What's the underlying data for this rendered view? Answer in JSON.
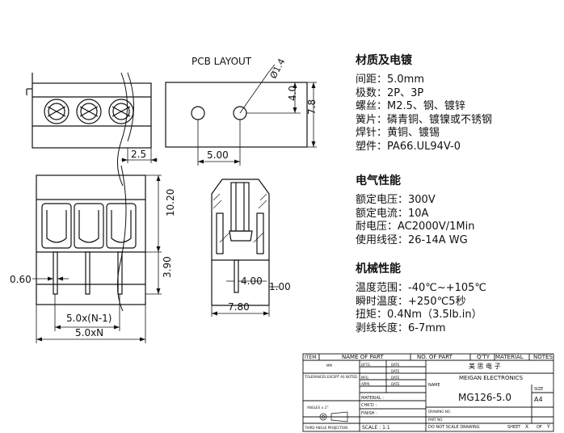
{
  "drawing": {
    "pcb_layout_label": "PCB LAYOUT",
    "dims": {
      "hole_dia": "Ø1.4",
      "h_4_0": "4.0",
      "h_7_8": "7.8",
      "w_2_5": "2.5",
      "w_5_00": "5.00",
      "w_10_20": "10.20",
      "w_3_90": "3.90",
      "w_0_60": "0.60",
      "w_4_00": "4.00",
      "w_1_00": "1.00",
      "w_7_80": "7.80",
      "pitch_n1": "5.0x(N-1)",
      "pitch_n": "5.0xN"
    }
  },
  "specs": {
    "material": {
      "heading": "材质及电镀",
      "lines": [
        "间距：5.0mm",
        "极数：2P、3P",
        "螺丝：M2.5、钢、镀锌",
        "簧片：磷青铜、镀镍或不锈钢",
        "焊针：黄铜、镀锡",
        "塑件：PA66.UL94V-0"
      ]
    },
    "electrical": {
      "heading": "电气性能",
      "lines": [
        "额定电压：300V",
        "额定电流：10A",
        "耐电压：AC2000V/1Min",
        "使用线径：26-14A WG"
      ]
    },
    "mechanical": {
      "heading": "机械性能",
      "lines": [
        "温度范围：-40℃~+105℃",
        "瞬时温度：+250℃5秒",
        "扭矩：0.4Nm（3.5lb.in）",
        "剥线长度：6-7mm"
      ]
    }
  },
  "title_block": {
    "item": "ITEM",
    "name_of_part": "NAME OF PART",
    "no_of_part": "NO. OF PART",
    "qty": "Q'TY",
    "material": "MATERIAL",
    "notes": "NOTES",
    "company_cn": "美 思 电 子",
    "company_en": "MEIGAN ELECTRONICS",
    "name_label": "NAME",
    "part_no": "MG126-5.0",
    "drawing_no": "DRAWING NO.",
    "part_no_label": "PART NO.",
    "size_label": "SIZE",
    "size": "A4",
    "no_scale": "DO NOT SCALE DRAWING",
    "sheet": "SHEET",
    "sheet_x": "X",
    "of": "OF",
    "sheet_y": "Y",
    "material_field": "MATERIAL :",
    "chkd": "CHK'D :",
    "finish": "FINISH :",
    "scale": "SCALE : 1:1",
    "angles": "ANGLES ± 2°",
    "projection": "THIRD ANGLE PROJECTION",
    "tolerance": "TOLERANCES EXCEPT AS NOTED",
    "dftg": "DFTG",
    "date": "DATE",
    "mfg": "MFG",
    "apprd": "APPR.",
    "mm": "MM"
  }
}
